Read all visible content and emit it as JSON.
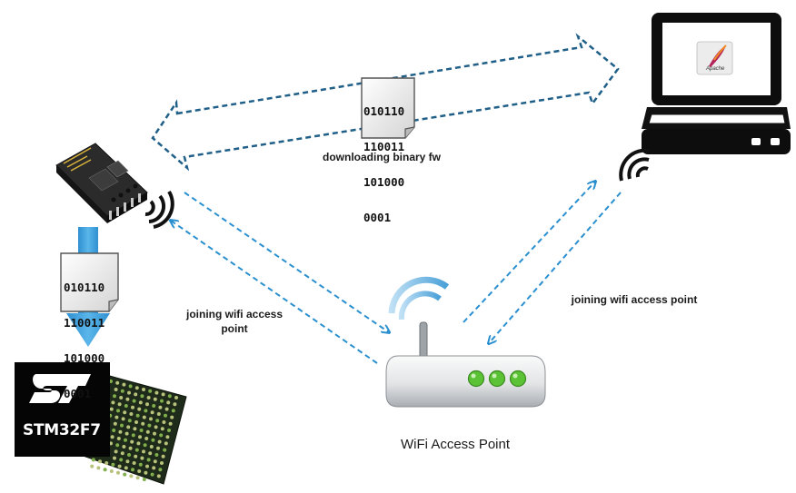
{
  "labels": {
    "download": "downloading binary fw",
    "join_left": "joining wifi access point",
    "join_right": "joining wifi access point",
    "access_point": "WiFi Access Point"
  },
  "binary_file_top": [
    "010110",
    "110011",
    "101000",
    "0001"
  ],
  "binary_file_left": [
    "010110",
    "110011",
    "101000",
    "0001"
  ],
  "chip": {
    "brand_text": "STM32F7"
  },
  "laptop": {
    "app_label": "Apache"
  },
  "colors": {
    "dashed_arrow": "#2a8fcf",
    "double_arrow_outline": "#1f5f88",
    "down_arrow": "#3aa0d8",
    "router_led": "#5bc236"
  },
  "icons": [
    "esp8266-module-icon",
    "wifi-signal-icon",
    "laptop-icon",
    "router-icon",
    "stm32-chip-icon",
    "binary-file-icon"
  ]
}
